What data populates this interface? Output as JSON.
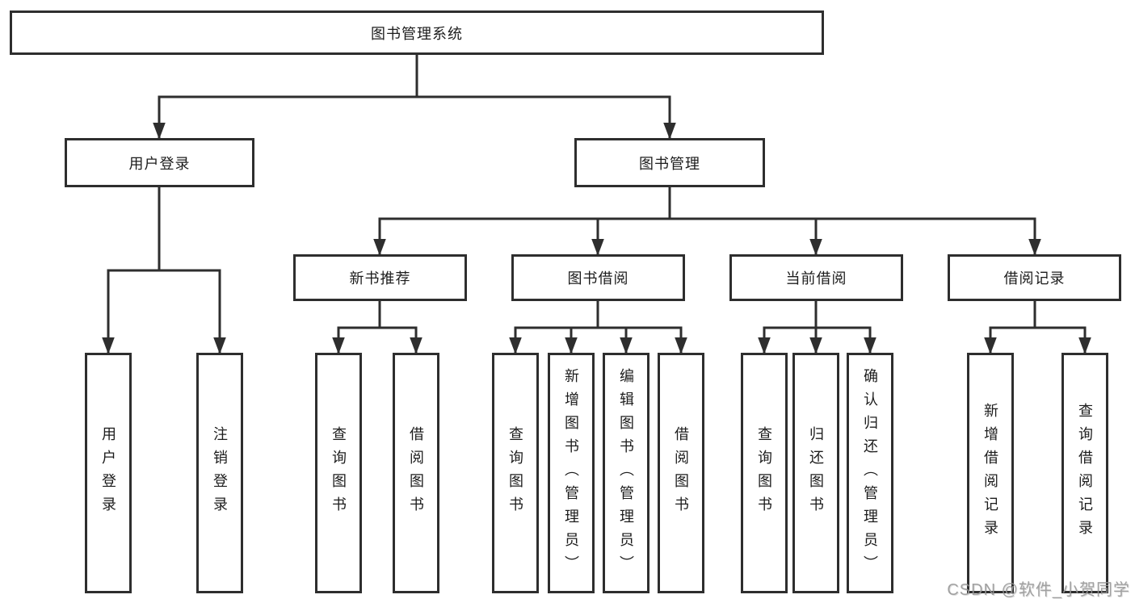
{
  "diagram": {
    "root": "图书管理系统",
    "level2": {
      "user_login": "用户登录",
      "book_mgmt": "图书管理"
    },
    "level3": {
      "new_book": "新书推荐",
      "borrow": "图书借阅",
      "current": "当前借阅",
      "records": "借阅记录"
    },
    "leaves": {
      "ul_login": "用户登录",
      "ul_logout": "注销登录",
      "nb_query": "查询图书",
      "nb_borrow": "借阅图书",
      "bb_query": "查询图书",
      "bb_add": "新增图书（管理员）",
      "bb_edit": "编辑图书（管理员）",
      "bb_borrow": "借阅图书",
      "cb_query": "查询图书",
      "cb_return": "归还图书",
      "cb_confirm": "确认归还（管理员）",
      "br_add": "新增借阅记录",
      "br_query": "查询借阅记录"
    }
  },
  "watermark": {
    "text": "CSDN @软件_小贺同学",
    "color": "#979797"
  },
  "colors": {
    "line": "#2e2e2e",
    "text": "#1c1c1c",
    "background": "#ffffff"
  }
}
